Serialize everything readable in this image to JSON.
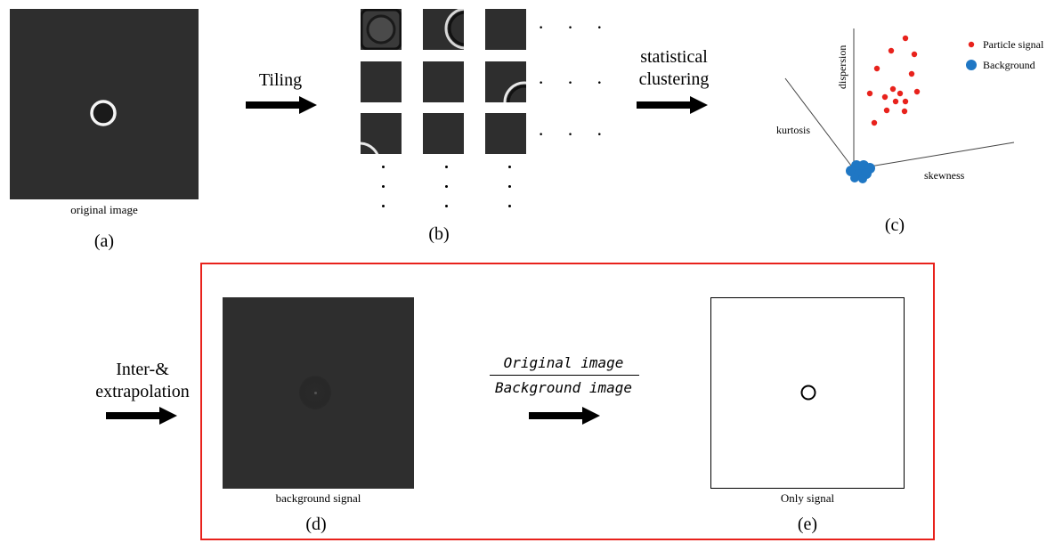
{
  "panel_a": {
    "caption": "original image",
    "label": "(a)"
  },
  "panel_b": {
    "label": "(b)",
    "ellipsis": "· · ·"
  },
  "panel_c": {
    "label": "(c)",
    "axes": {
      "vertical": "dispersion",
      "left": "kurtosis",
      "right": "skewness"
    },
    "legend": [
      {
        "label": "Particle signal",
        "color": "#e8221c"
      },
      {
        "label": "Background",
        "color": "#1f77c4"
      }
    ]
  },
  "panel_d": {
    "caption": "background signal",
    "label": "(d)"
  },
  "panel_e": {
    "caption": "Only signal",
    "label": "(e)"
  },
  "steps": {
    "tiling": "Tiling",
    "clustering_line1": "statistical",
    "clustering_line2": "clustering",
    "interp_line1": "Inter-&",
    "interp_line2": "extrapolation",
    "fraction_numerator": "Original image",
    "fraction_denominator": "Background image"
  },
  "colors": {
    "highlight_box": "#e8221c",
    "image_bg": "#2e2e2e"
  }
}
